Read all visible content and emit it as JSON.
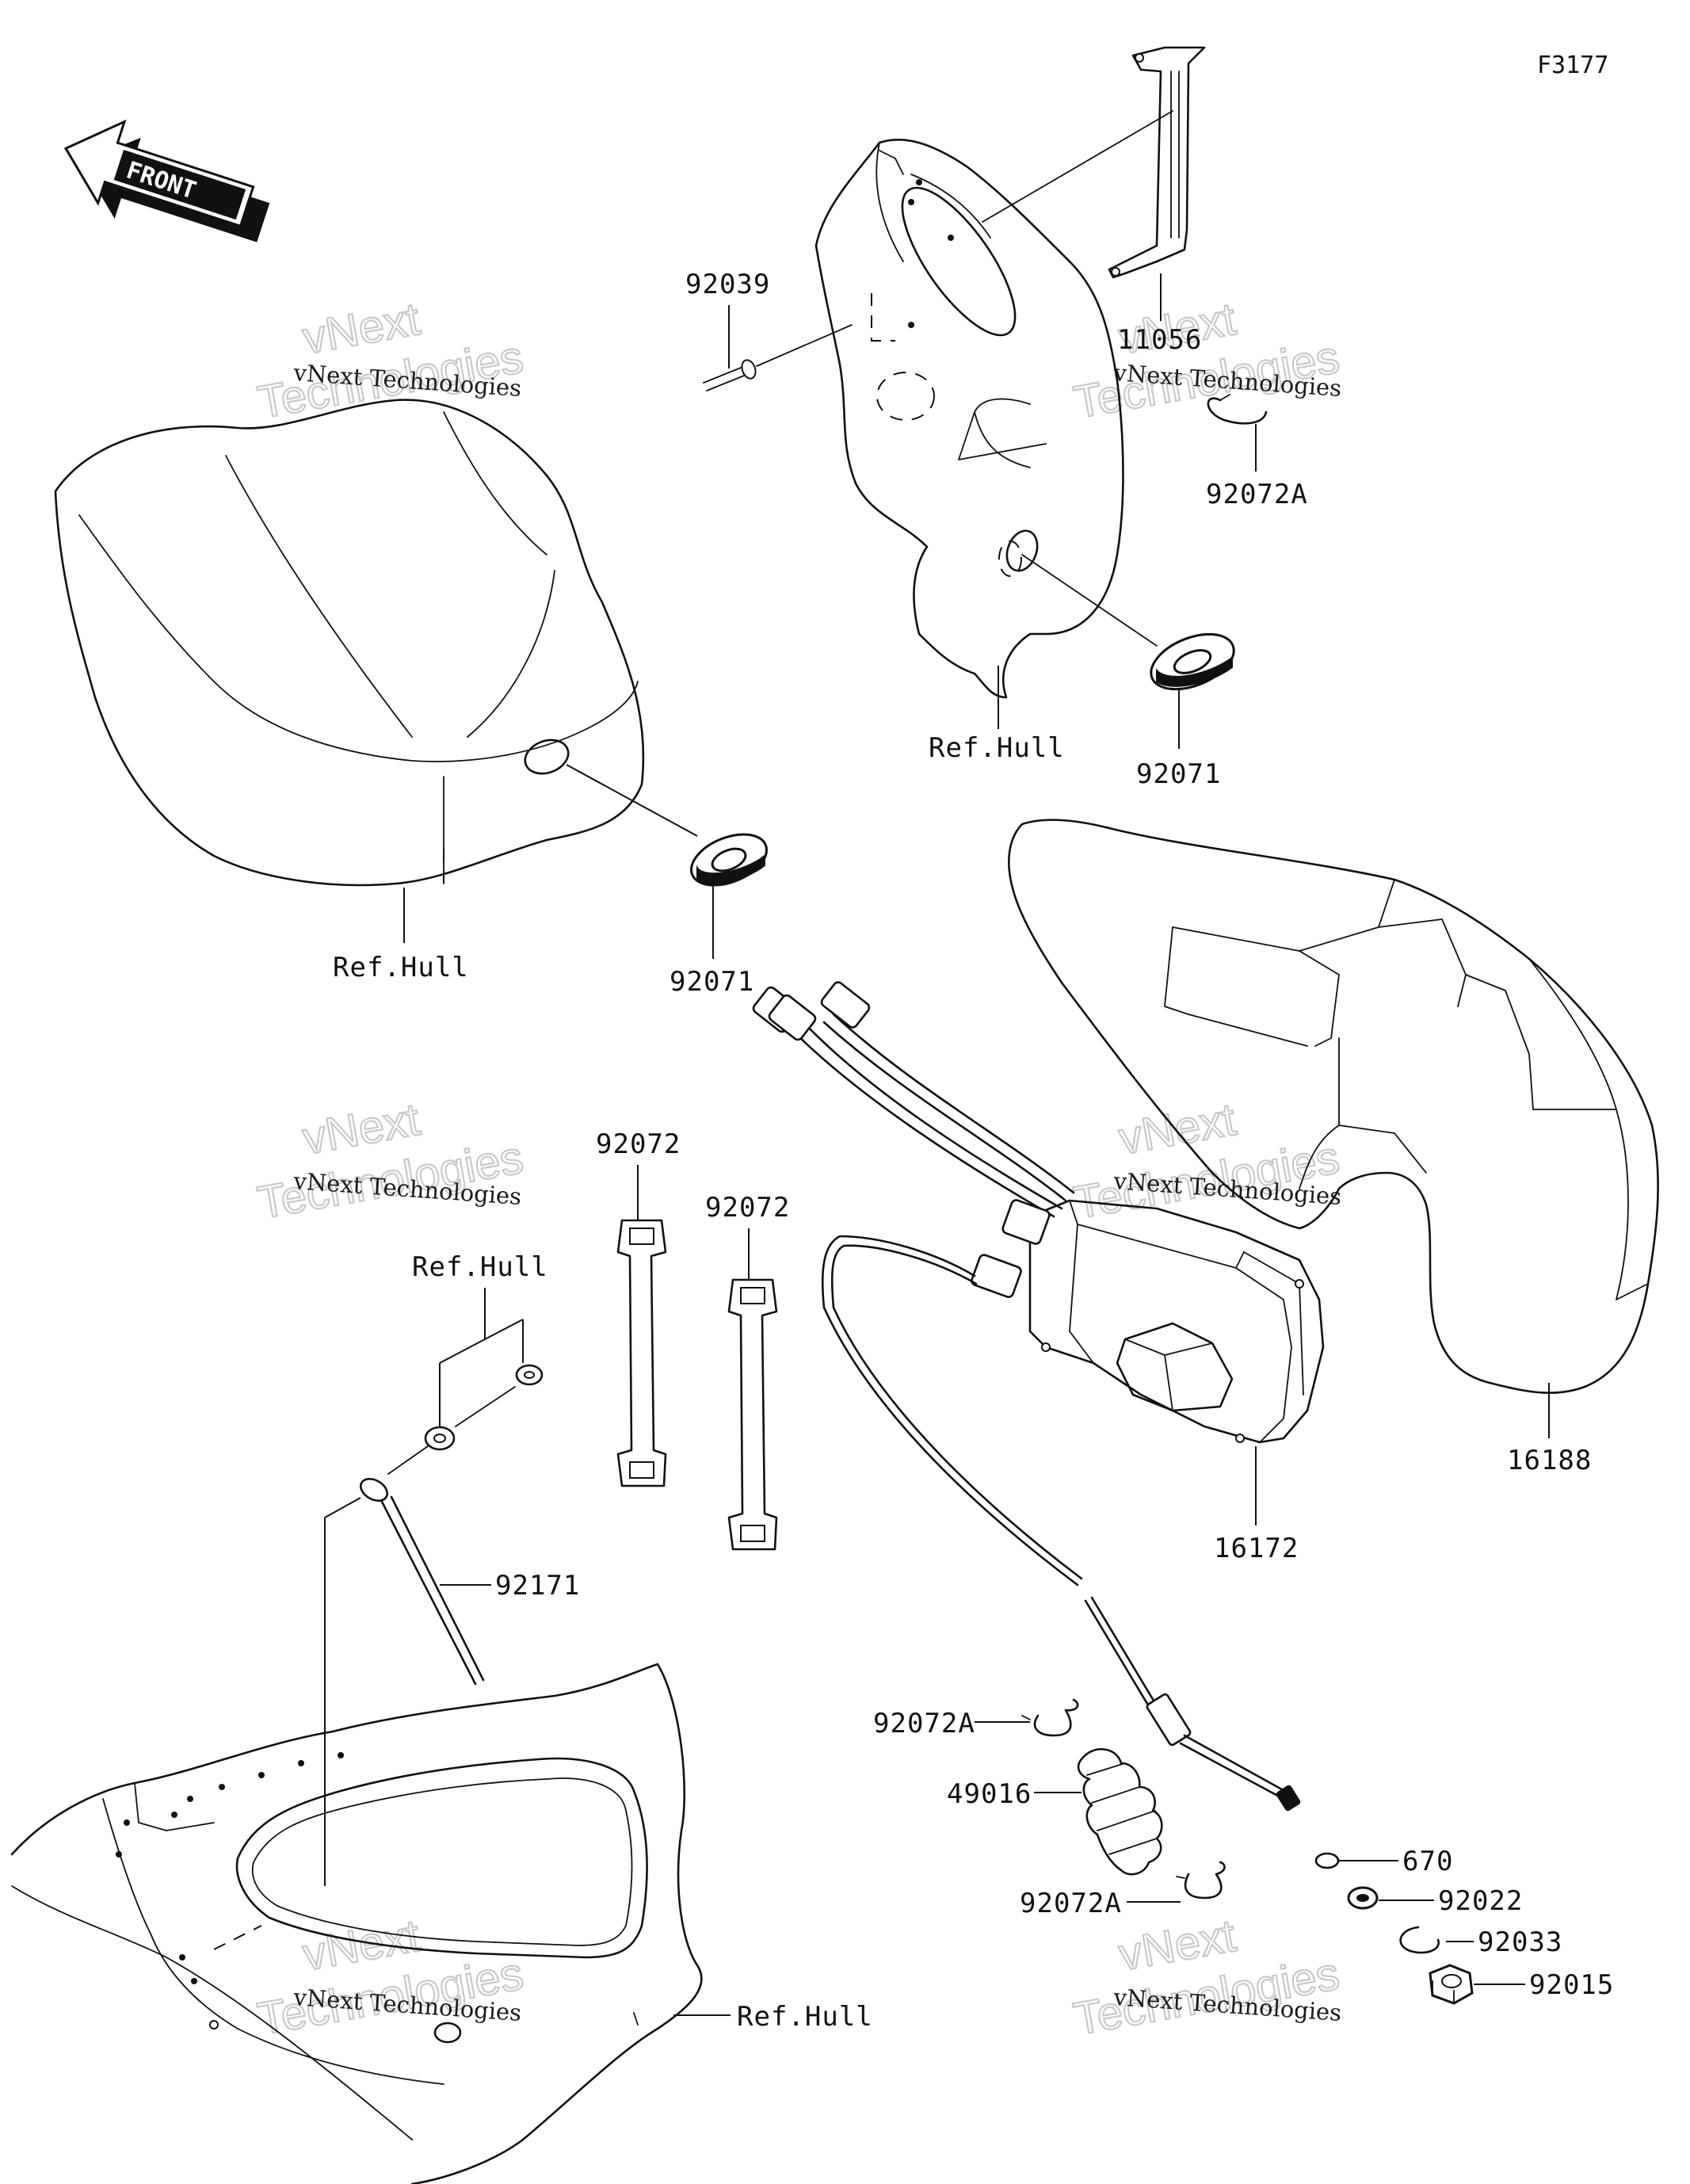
{
  "figure_number": "F3177",
  "front_arrow_text": "FRONT",
  "watermark": {
    "line1": "vNext Technologies",
    "ghost_words": [
      "vNext",
      "Technologies"
    ]
  },
  "labels": {
    "p92039": "92039",
    "p11056": "11056",
    "p92072A_top": "92072A",
    "p92071_top": "92071",
    "ref_hull_top": "Ref.Hull",
    "ref_hull_left": "Ref.Hull",
    "p92071_left": "92071",
    "p92072_a": "92072",
    "p92072_b": "92072",
    "ref_hull_mid": "Ref.Hull",
    "p92171": "92171",
    "p16188": "16188",
    "p16172": "16172",
    "p92072A_mid": "92072A",
    "p49016": "49016",
    "p92072A_low": "92072A",
    "p670": "670",
    "p92022": "92022",
    "p92033": "92033",
    "p92015": "92015",
    "ref_hull_bottom": "Ref.Hull"
  }
}
